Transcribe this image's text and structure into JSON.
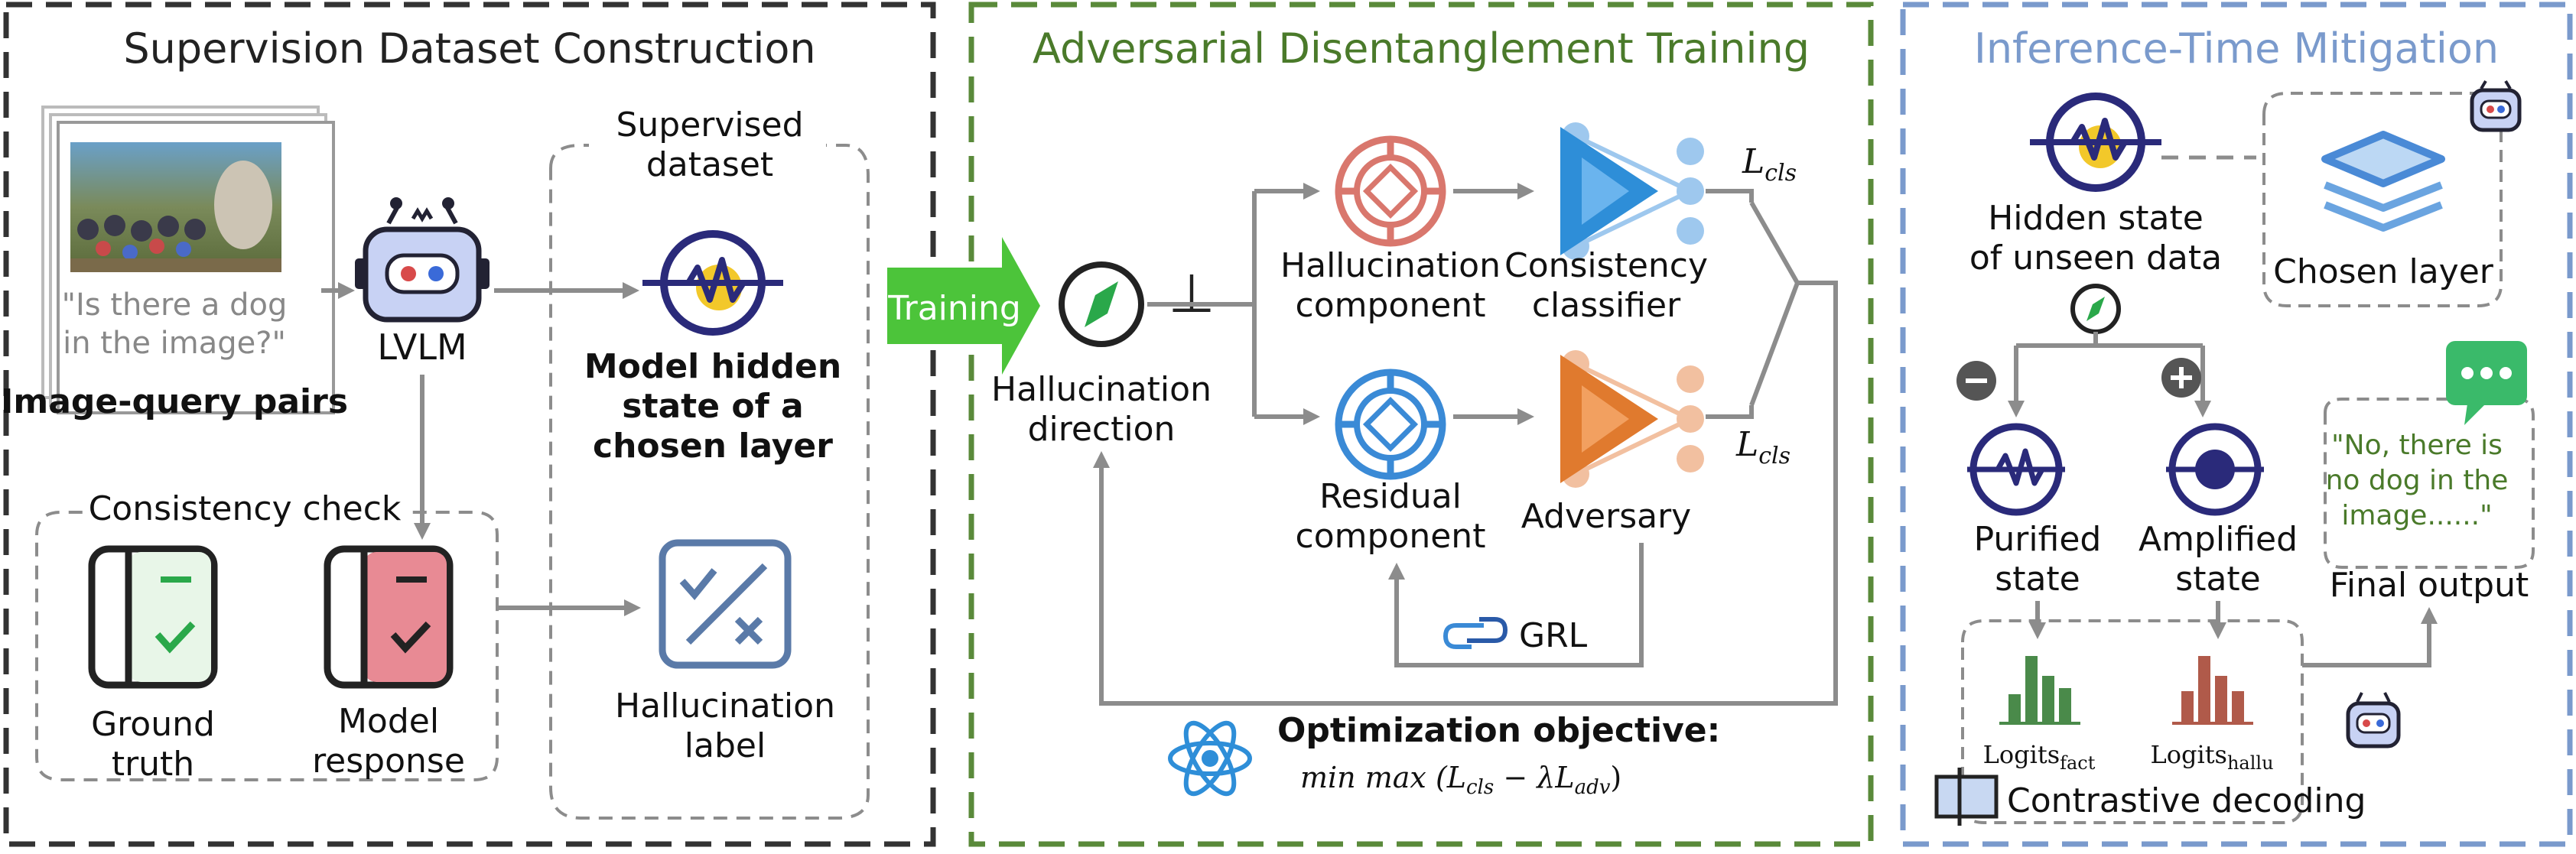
{
  "colors": {
    "panel1_border": "#333333",
    "panel2_border": "#5a8a3a",
    "panel3_border": "#7a9acc",
    "panel2_title": "#4a7a2a",
    "panel3_title": "#7a9acc",
    "hallucination": "#d9776d",
    "residual": "#3a8ad6",
    "consistency": "#2e8ed8",
    "adversary": "#e07a2e",
    "training_arrow": "#4cc43a",
    "arrow": "#8c8c8c",
    "quote_green": "#4a7a2a",
    "logits_fact": "#4a8a4a",
    "logits_hallu": "#b05a4a"
  },
  "panel1": {
    "title": "Supervision Dataset Construction",
    "image_query": "\"Is there a dog in the image?\"",
    "image_query_line1": "\"Is there a dog",
    "image_query_line2": "in the image?\"",
    "image_query_pairs": "Image-query pairs",
    "lvlm": "LVLM",
    "supervised_dataset_line1": "Supervised",
    "supervised_dataset_line2": "dataset",
    "model_hidden_line1": "Model hidden",
    "model_hidden_line2": "state of a",
    "model_hidden_line3": "chosen layer",
    "consistency_check": "Consistency check",
    "ground_truth_line1": "Ground",
    "ground_truth_line2": "truth",
    "model_response_line1": "Model",
    "model_response_line2": "response",
    "hallucination_label_line1": "Hallucination",
    "hallucination_label_line2": "label"
  },
  "panel2": {
    "title": "Adversarial Disentanglement Training",
    "training": "Training",
    "hallucination_direction_line1": "Hallucination",
    "hallucination_direction_line2": "direction",
    "perp": "⊥",
    "hallucination_component_line1": "Hallucination",
    "hallucination_component_line2": "component",
    "residual_component_line1": "Residual",
    "residual_component_line2": "component",
    "consistency_classifier_line1": "Consistency",
    "consistency_classifier_line2": "classifier",
    "adversary": "Adversary",
    "l_cls_top": "L",
    "l_cls_top_sub": "cls",
    "l_cls_bottom": "L",
    "l_cls_bottom_sub": "cls",
    "grl": "GRL",
    "optimization_objective": "Optimization objective:",
    "objective_formula": "min  max  (L",
    "objective_sub1": "cls",
    "objective_mid": " − λL",
    "objective_sub2": "adv",
    "objective_end": ")"
  },
  "panel3": {
    "title": "Inference-Time Mitigation",
    "hidden_state_line1": "Hidden state",
    "hidden_state_line2": "of unseen data",
    "chosen_layer": "Chosen layer",
    "purified_line1": "Purified",
    "purified_line2": "state",
    "amplified_line1": "Amplified",
    "amplified_line2": "state",
    "final_output": "Final output",
    "quote_line1": "\"No, there is",
    "quote_line2": "no dog in the",
    "quote_line3": "image......\"",
    "logits_fact": "Logits",
    "logits_fact_sub": "fact",
    "logits_hallu": "Logits",
    "logits_hallu_sub": "hallu",
    "contrastive_decoding": "Contrastive decoding"
  }
}
